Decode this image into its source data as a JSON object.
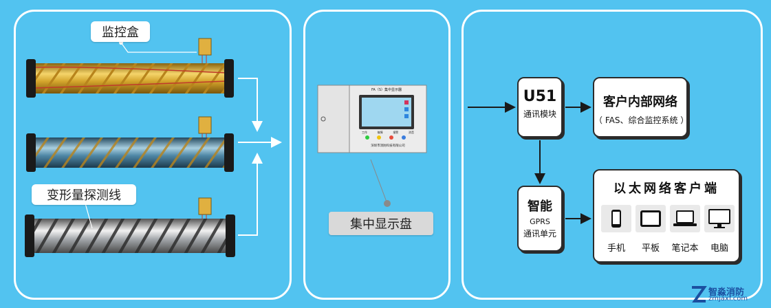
{
  "labels": {
    "monitor_box": "监控盒",
    "sensor_line": "变形量探测线",
    "display_panel": "集中显示盘"
  },
  "display_device": {
    "screen_title": "FA（S）集中显示器",
    "indicators": [
      "工作",
      "故障",
      "报警",
      "消音"
    ],
    "company": "深圳市消防科技有限公司"
  },
  "u51": {
    "title": "U51",
    "subtitle": "通讯模块"
  },
  "internal_network": {
    "title": "客户内部网络",
    "subtitle": "（ FAS、综合监控系统 ）"
  },
  "gprs": {
    "title": "智能",
    "line1": "GPRS",
    "line2": "通讯单元"
  },
  "ethernet": {
    "title": "以太网络客户端",
    "devices": [
      {
        "label": "手机",
        "icon": "phone-icon"
      },
      {
        "label": "平板",
        "icon": "tablet-icon"
      },
      {
        "label": "笔记本",
        "icon": "laptop-icon"
      },
      {
        "label": "电脑",
        "icon": "monitor-icon"
      }
    ]
  },
  "watermark": {
    "name": "智淼消防",
    "url": "zmjaxf.com"
  },
  "colors": {
    "background": "#52c3f0",
    "gold_pipe": "#d4a52c",
    "blue_pipe": "#4f87a6",
    "silver_pipe": "#9ea3a8",
    "copper_wire": "#c0392b"
  }
}
